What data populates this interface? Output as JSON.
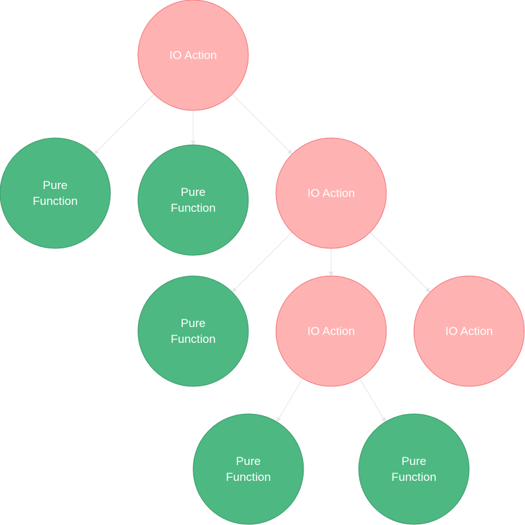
{
  "colors": {
    "io_fill": "#ffb2b2",
    "io_stroke": "#f0747a",
    "pure_fill": "#4db882",
    "pure_stroke": "#3a9a68",
    "edge": "#e6e6e6",
    "label": "#ffffff"
  },
  "nodes": [
    {
      "id": "io-root",
      "kind": "io",
      "lines": [
        "IO Action"
      ]
    },
    {
      "id": "pure-1",
      "kind": "pure",
      "lines": [
        "Pure",
        "Function"
      ]
    },
    {
      "id": "pure-2",
      "kind": "pure",
      "lines": [
        "Pure",
        "Function"
      ]
    },
    {
      "id": "io-2",
      "kind": "io",
      "lines": [
        "IO Action"
      ]
    },
    {
      "id": "pure-3",
      "kind": "pure",
      "lines": [
        "Pure",
        "Function"
      ]
    },
    {
      "id": "io-3",
      "kind": "io",
      "lines": [
        "IO Action"
      ]
    },
    {
      "id": "io-4",
      "kind": "io",
      "lines": [
        "IO Action"
      ]
    },
    {
      "id": "pure-4",
      "kind": "pure",
      "lines": [
        "Pure",
        "Function"
      ]
    },
    {
      "id": "pure-5",
      "kind": "pure",
      "lines": [
        "Pure",
        "Function"
      ]
    }
  ],
  "edges": [
    {
      "from": "io-root",
      "to": "pure-1"
    },
    {
      "from": "io-root",
      "to": "pure-2"
    },
    {
      "from": "io-root",
      "to": "io-2"
    },
    {
      "from": "io-2",
      "to": "pure-3"
    },
    {
      "from": "io-2",
      "to": "io-3"
    },
    {
      "from": "io-2",
      "to": "io-4"
    },
    {
      "from": "io-3",
      "to": "pure-4"
    },
    {
      "from": "io-3",
      "to": "pure-5"
    }
  ]
}
